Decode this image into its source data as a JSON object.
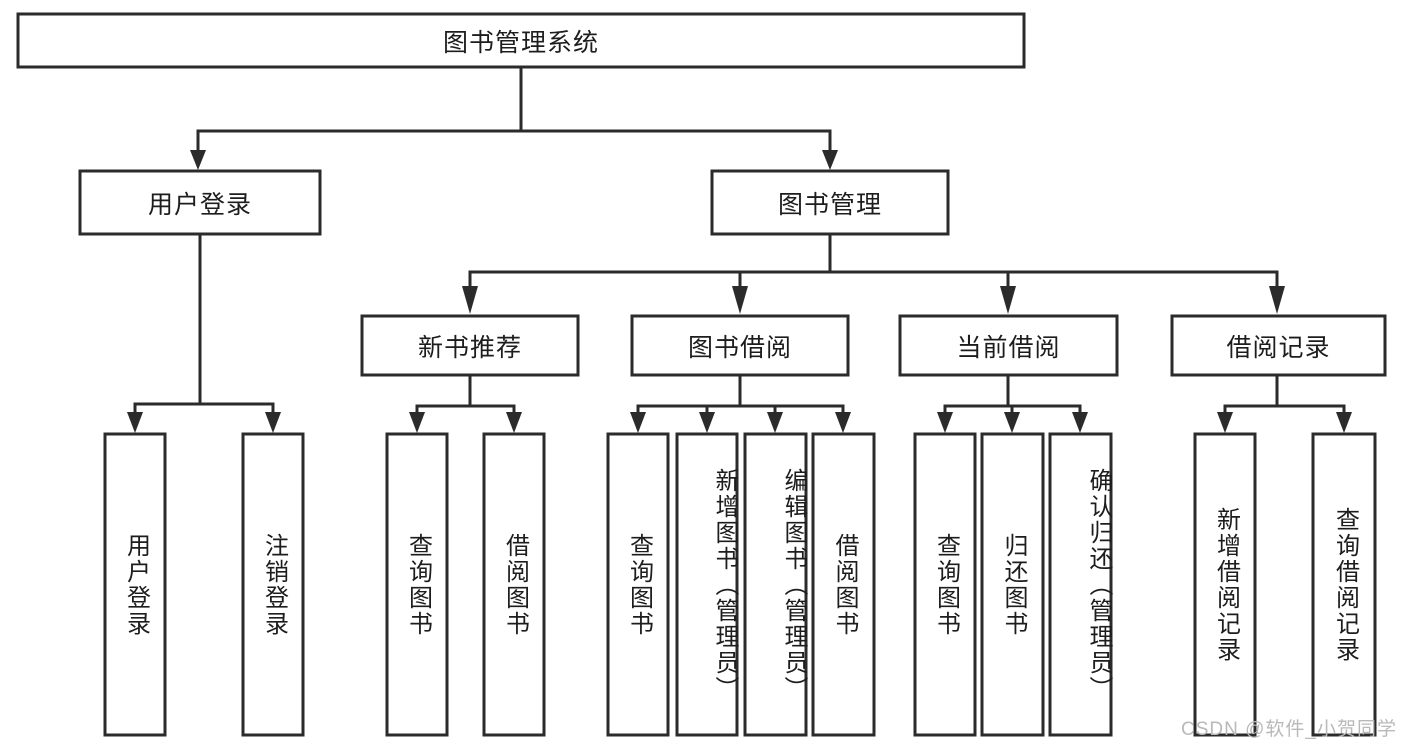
{
  "diagram": {
    "type": "tree",
    "title": "图书管理系统",
    "root": {
      "label": "图书管理系统"
    },
    "level2": [
      {
        "label": "用户登录"
      },
      {
        "label": "图书管理"
      }
    ],
    "level3": [
      {
        "label": "新书推荐"
      },
      {
        "label": "图书借阅"
      },
      {
        "label": "当前借阅"
      },
      {
        "label": "借阅记录"
      }
    ],
    "leaves": {
      "user_login": [
        {
          "label": "用户登录"
        },
        {
          "label": "注销登录"
        }
      ],
      "new_book_recommend": [
        {
          "label": "查询图书"
        },
        {
          "label": "借阅图书"
        }
      ],
      "book_borrow": [
        {
          "label": "查询图书"
        },
        {
          "label": "新增图书（管理员）"
        },
        {
          "label": "编辑图书（管理员）"
        },
        {
          "label": "借阅图书"
        }
      ],
      "current_borrow": [
        {
          "label": "查询图书"
        },
        {
          "label": "归还图书"
        },
        {
          "label": "确认归还（管理员）"
        }
      ],
      "borrow_records": [
        {
          "label": "新增借阅记录"
        },
        {
          "label": "查询借阅记录"
        }
      ]
    }
  },
  "watermark": {
    "text": "CSDN @软件_小贺同学"
  },
  "colors": {
    "stroke": "#2b2b2b",
    "fill": "#ffffff",
    "text": "#1d1d1d",
    "watermark": "#b9b9b9",
    "background": "#ffffff"
  }
}
